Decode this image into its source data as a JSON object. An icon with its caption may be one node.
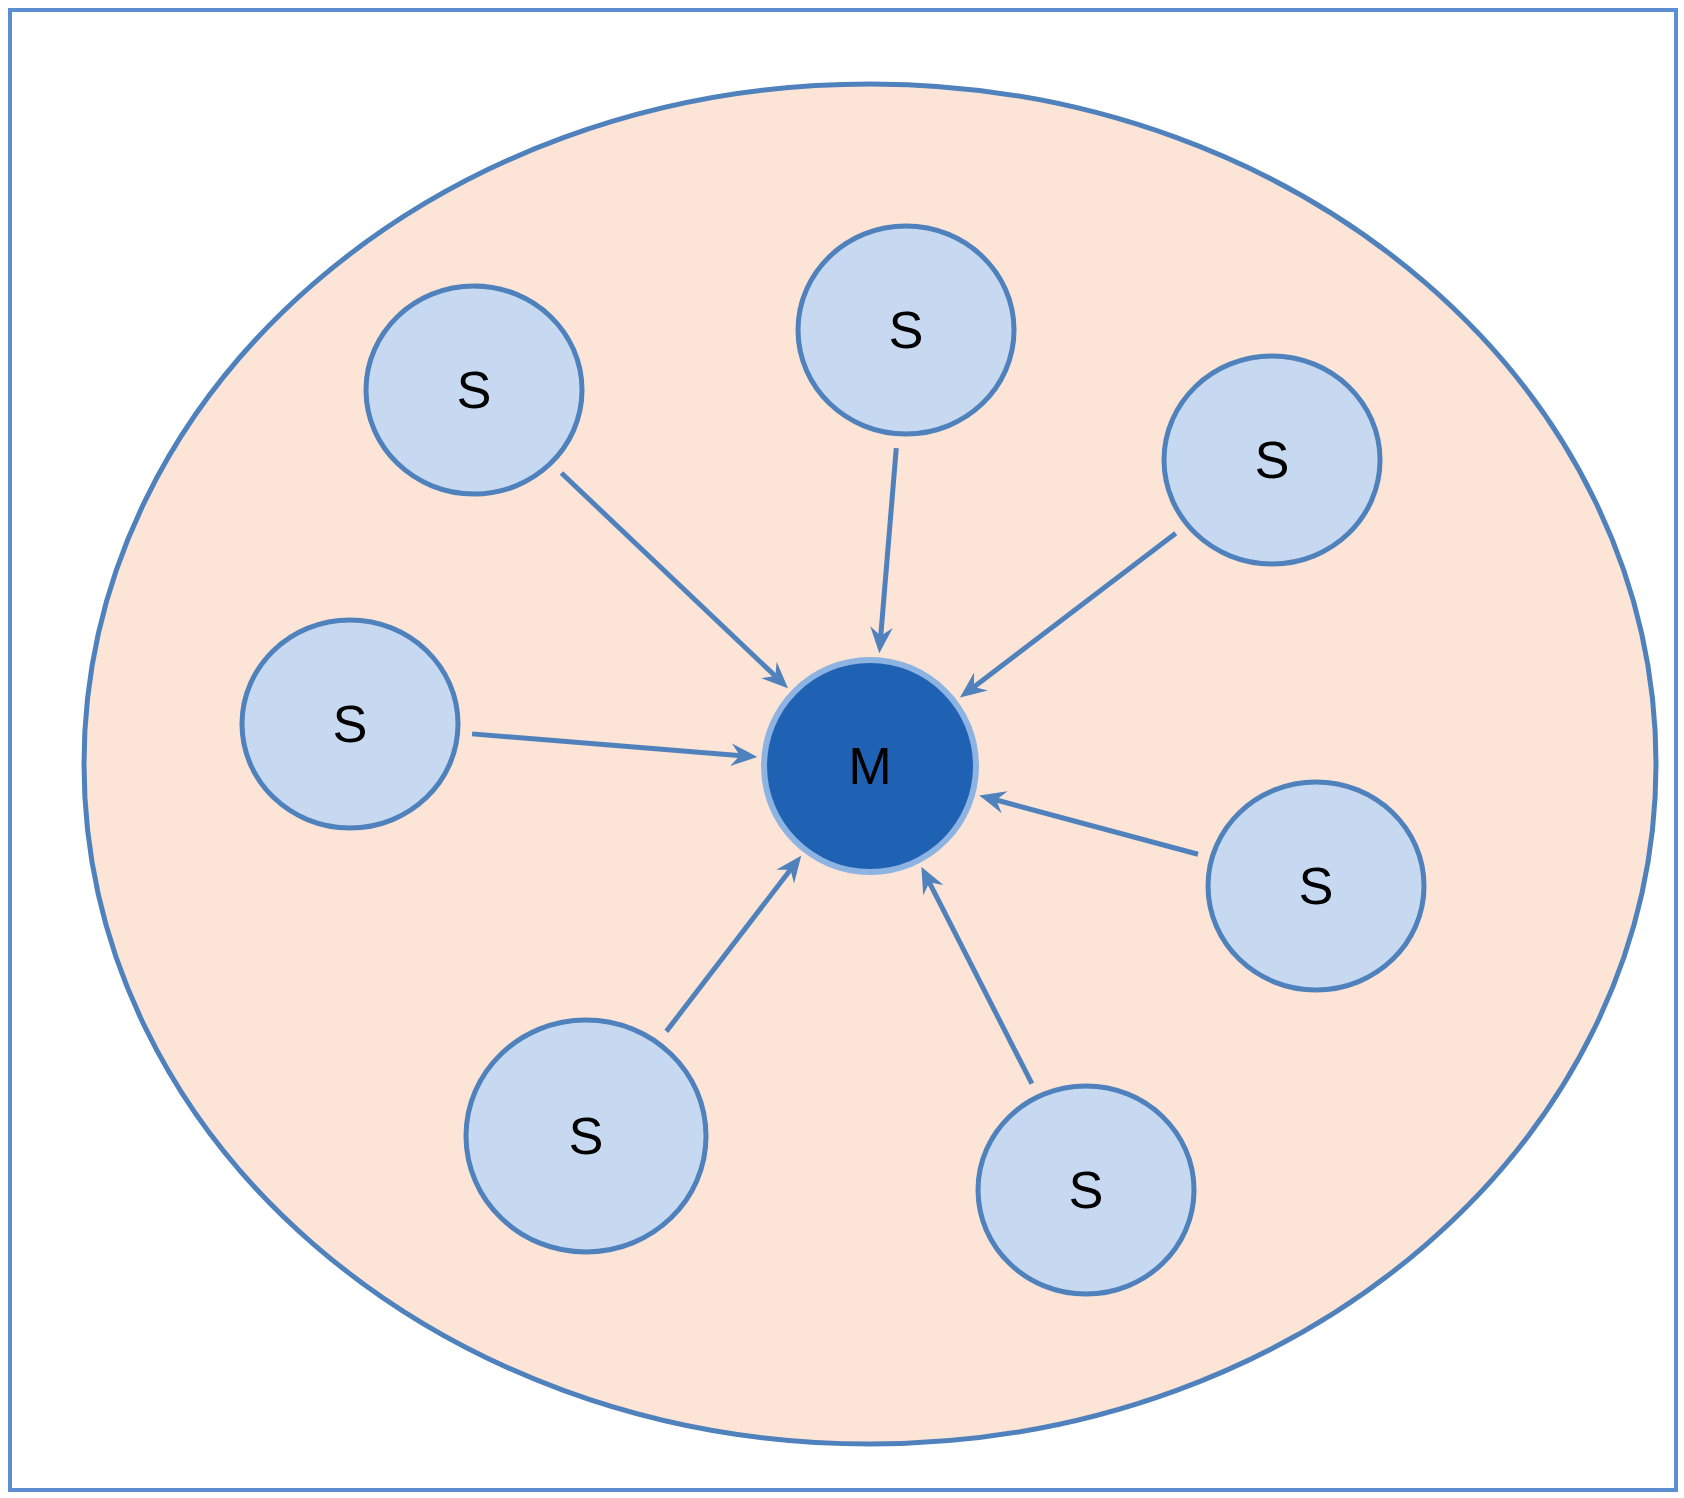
{
  "diagram": {
    "nodes": [
      {
        "text": [],
        "shape": "ellipse"
      },
      {
        "text": [
          "S"
        ],
        "in": 0
      },
      {
        "text": [
          "S"
        ],
        "in": 0
      },
      {
        "text": [
          "S"
        ],
        "in": 0
      },
      {
        "text": [
          "S"
        ],
        "in": 0
      },
      {
        "text": [
          "M"
        ],
        "in": 0
      },
      {
        "text": [
          "S"
        ],
        "in": 0
      },
      {
        "text": [
          "S"
        ],
        "in": 0
      },
      {
        "text": [
          "S"
        ],
        "in": 0
      }
    ],
    "edges": [
      {
        "from": 1,
        "to": 5,
        "arrow": "to"
      },
      {
        "from": 2,
        "to": 5,
        "arrow": "to"
      },
      {
        "from": 3,
        "to": 5,
        "arrow": "to"
      },
      {
        "from": 4,
        "to": 5,
        "arrow": "to"
      },
      {
        "from": 6,
        "to": 5,
        "arrow": "to"
      },
      {
        "from": 7,
        "to": 5,
        "arrow": "to"
      },
      {
        "from": 8,
        "to": 5,
        "arrow": "to"
      }
    ]
  }
}
